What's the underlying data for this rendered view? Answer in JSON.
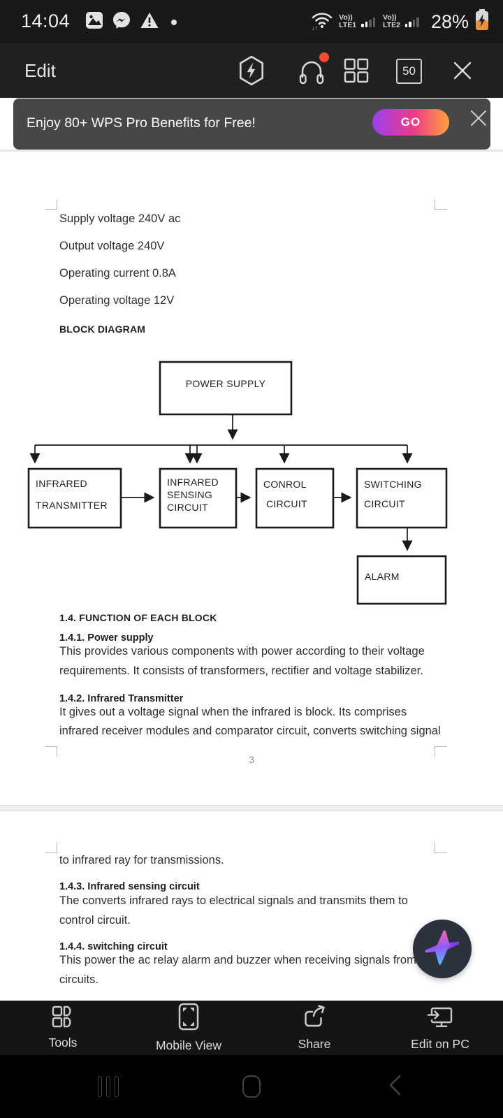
{
  "status_bar": {
    "time": "14:04",
    "battery": "28%",
    "sim1": {
      "volte": "Vo))",
      "net": "LTE1"
    },
    "sim2": {
      "volte": "Vo))",
      "net": "LTE2"
    }
  },
  "edit_bar": {
    "title": "Edit",
    "zoom_badge": "50"
  },
  "banner": {
    "text": "Enjoy 80+ WPS Pro Benefits for Free!",
    "cta": "GO"
  },
  "doc": {
    "page3": {
      "specs": [
        "Supply voltage 240V ac",
        "Output voltage 240V",
        "Operating current 0.8A",
        "Operating voltage 12V"
      ],
      "diagram_heading": "BLOCK DIAGRAM",
      "diagram": {
        "power_supply": "POWER SUPPLY",
        "transmitter_l1": "INFRARED",
        "transmitter_l2": "TRANSMITTER",
        "sensing_l1": "INFRARED",
        "sensing_l2": "SENSING",
        "sensing_l3": "CIRCUIT",
        "control_l1": "CONROL",
        "control_l2": "CIRCUIT",
        "switching_l1": "SWITCHING",
        "switching_l2": "CIRCUIT",
        "alarm": "ALARM"
      },
      "section_heading": "1.4. FUNCTION OF EACH BLOCK",
      "sub1_heading": "1.4.1. Power supply",
      "sub1_line1": "This provides various components with power according to their voltage",
      "sub1_line2": "requirements. It consists of transformers, rectifier and voltage stabilizer.",
      "sub2_heading": "1.4.2.  Infrared Transmitter",
      "sub2_line1": "It gives out a voltage signal when the infrared is block. Its comprises",
      "sub2_line2": "infrared receiver modules and comparator circuit, converts switching signal",
      "page_number": "3"
    },
    "page4": {
      "line1": "to infrared ray for transmissions.",
      "sub3_heading": "1.4.3.  Infrared sensing circuit",
      "sub3_line1": "The converts infrared rays to electrical signals and transmits them to",
      "sub3_line2": "control circuit.",
      "sub4_heading": "1.4.4. switching circuit",
      "sub4_line1": "This power the ac relay alarm and buzzer when receiving signals from timer",
      "sub4_line2": "circuits."
    }
  },
  "toolbar": {
    "items": [
      {
        "label": "Tools"
      },
      {
        "label": "Mobile View"
      },
      {
        "label": "Share"
      },
      {
        "label": "Edit on PC"
      }
    ]
  },
  "colors": {
    "accent_gradient_start": "#9b3ff0",
    "accent_gradient_mid": "#ef3c86",
    "accent_gradient_end": "#ffa23e",
    "notification_dot": "#f24a33",
    "banner_bg": "#474747",
    "fab_bg": "#2c323d"
  }
}
